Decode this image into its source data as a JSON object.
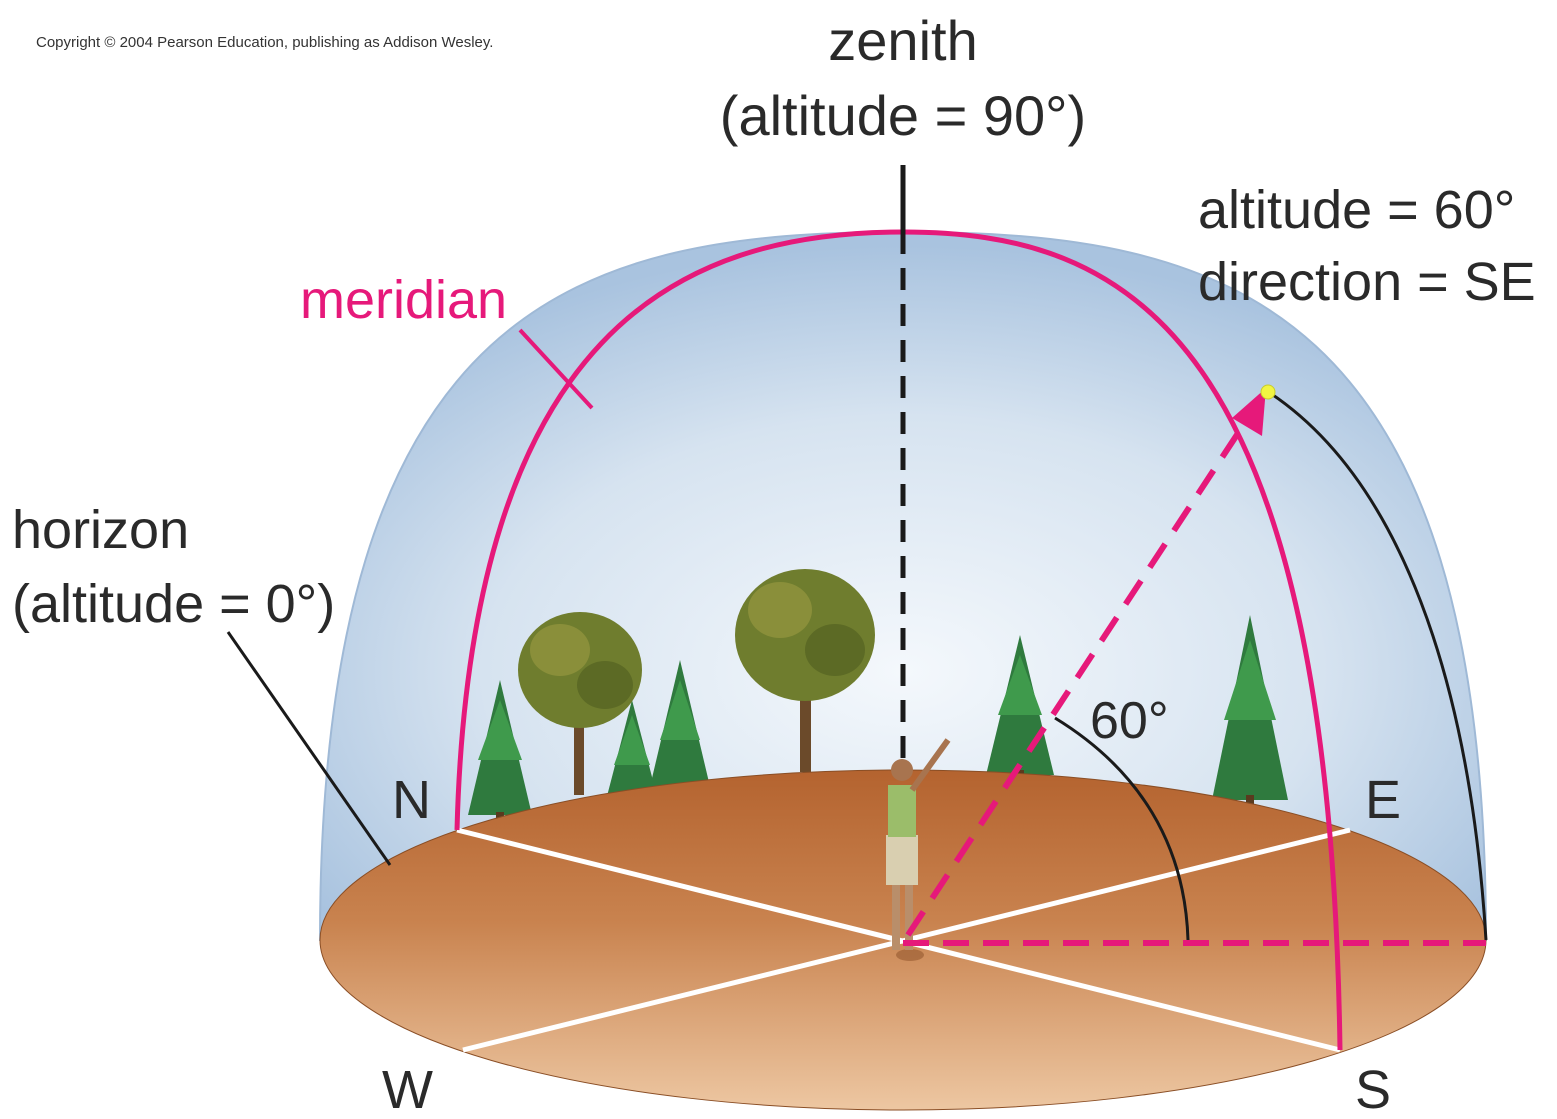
{
  "copyright": "Copyright © 2004 Pearson Education, publishing as Addison Wesley.",
  "zenith": {
    "line1": "zenith",
    "line2": "(altitude = 90°)"
  },
  "meridian_label": "meridian",
  "star_info": {
    "line1": "altitude = 60°",
    "line2": "direction = SE"
  },
  "horizon": {
    "line1": "horizon",
    "line2": "(altitude = 0°)"
  },
  "angle_label": "60°",
  "directions": {
    "north": "N",
    "east": "E",
    "south": "S",
    "west": "W"
  },
  "colors": {
    "dome_edge": "#a9c3df",
    "dome_center": "#eef4fa",
    "ground_dark": "#b86a35",
    "ground_light": "#e9bf97",
    "meridian": "#e6197a",
    "star": "#f2f542"
  }
}
